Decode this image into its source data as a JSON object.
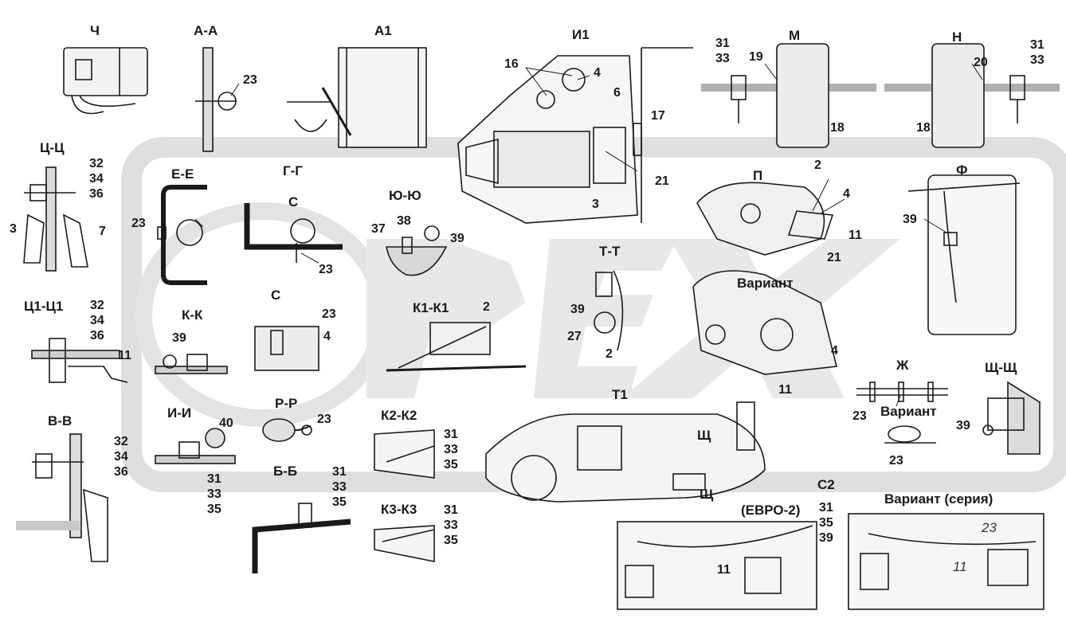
{
  "colors": {
    "background": "#ffffff",
    "line": "#1a1a1a",
    "watermark": "#dcdcdc",
    "part_fill": "#e8e8e8"
  },
  "sections": {
    "ch": "Ч",
    "aa": "А-А",
    "a1": "А1",
    "i1": "И1",
    "m": "М",
    "n": "Н",
    "tsts": "Ц-Ц",
    "ee": "Е-Е",
    "gg": "Г-Г",
    "c_top": "С",
    "yuyu": "Ю-Ю",
    "tt": "Т-Т",
    "p": "П",
    "f": "Ф",
    "ts1ts1": "Ц1-Ц1",
    "c_mid": "С",
    "kk": "К-К",
    "k1k1": "К1-К1",
    "variant1": "Вариант",
    "t1": "Т1",
    "vv": "В-В",
    "ii": "И-И",
    "rr": "Р-Р",
    "k2k2": "К2-К2",
    "zh": "Ж",
    "variant2": "Вариант",
    "shsh": "Щ-Щ",
    "sh1": "Щ",
    "sh2": "Щ",
    "bb": "Б-Б",
    "k3k3": "К3-К3",
    "c2": "С2",
    "euro2": "(ЕВРО-2)",
    "variant_series": "Вариант (серия)"
  },
  "callouts": {
    "aa_23": "23",
    "i1_16": "16",
    "i1_4": "4",
    "i1_6": "6",
    "i1_17": "17",
    "i1_21": "21",
    "i1_3": "3",
    "m_31_33": [
      "31",
      "33"
    ],
    "m_19": "19",
    "m_18": "18",
    "n_20": "20",
    "n_31_33": [
      "31",
      "33"
    ],
    "n_18": "18",
    "tsts_stack": [
      "32",
      "34",
      "36"
    ],
    "tsts_3": "3",
    "tsts_7": "7",
    "ee_23": "23",
    "gg_23": "23",
    "yuyu_37": "37",
    "yuyu_38": "38",
    "yuyu_39": "39",
    "p_2": "2",
    "p_4": "4",
    "p_11": "11",
    "p_21": "21",
    "f_39": "39",
    "ts1_stack": [
      "32",
      "34",
      "36"
    ],
    "ts1_11": "11",
    "c_23": "23",
    "c_4": "4",
    "kk_39": "39",
    "k1_2": "2",
    "tt_39": "39",
    "tt_27": "27",
    "tt_2": "2",
    "var_4": "4",
    "var_11": "11",
    "vv_stack": [
      "32",
      "34",
      "36"
    ],
    "ii_40": "40",
    "ii_stack": [
      "31",
      "33",
      "35"
    ],
    "rr_23": "23",
    "k2_stack": [
      "31",
      "33",
      "35"
    ],
    "zh_23": "23",
    "zh_var_23": "23",
    "shsh_39": "39",
    "bb_stack": [
      "31",
      "33",
      "35"
    ],
    "k3_stack": [
      "31",
      "33",
      "35"
    ],
    "c2_stack": [
      "31",
      "35",
      "39"
    ],
    "c2_11": "11",
    "series_23": "23",
    "series_11": "11"
  }
}
